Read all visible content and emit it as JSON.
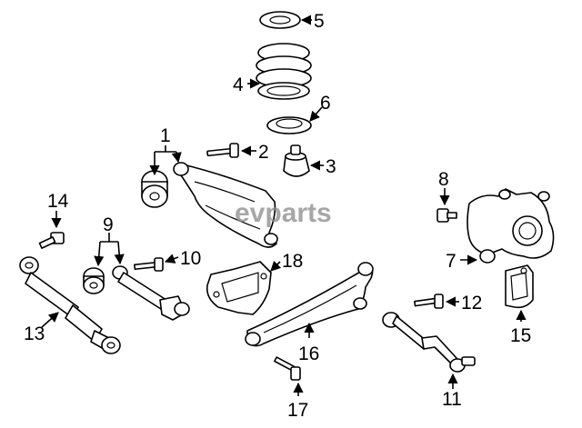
{
  "callouts": {
    "c1": "1",
    "c2": "2",
    "c3": "3",
    "c4": "4",
    "c5": "5",
    "c6": "6",
    "c7": "7",
    "c8": "8",
    "c9": "9",
    "c10": "10",
    "c11": "11",
    "c12": "12",
    "c13": "13",
    "c14": "14",
    "c15": "15",
    "c16": "16",
    "c17": "17",
    "c18": "18"
  },
  "watermark": "evparts",
  "colors": {
    "ink": "#000000",
    "paper": "#ffffff",
    "watermark": "#8a8a8a"
  }
}
